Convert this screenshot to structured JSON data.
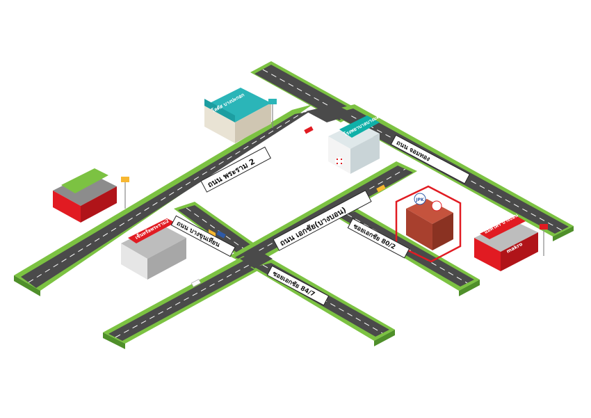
{
  "roads": {
    "phraram2": "ถนน พระราม 2",
    "ekachai": "ถนน เอกชัย(บางบอน)",
    "chomthong": "ถนน จอมทอง",
    "bangkhunthian": "ถนน บางขุนเทียน",
    "soi_ekachai_80_2": "ซอยเอกชัย 80/2",
    "soi_ekachai_84_7": "ซอยเอกชัย 84/7"
  },
  "buildings": {
    "hospital_sign": "โรงพยาบาลบางมด",
    "store_green_sign": "โลตัส บางปะกอก",
    "central_sign": "เซ็นทรัลพระราม2",
    "makro_sign": "แม็คโคร บางบอน",
    "makro_logo": "makro",
    "school_logo": "JPK"
  },
  "colors": {
    "grass": "#7cc242",
    "grass_side": "#4f8f2a",
    "asphalt": "#4a4a4a",
    "asphalt_dark": "#333333",
    "lane": "#ffffff",
    "highlight": "#e11b22"
  }
}
